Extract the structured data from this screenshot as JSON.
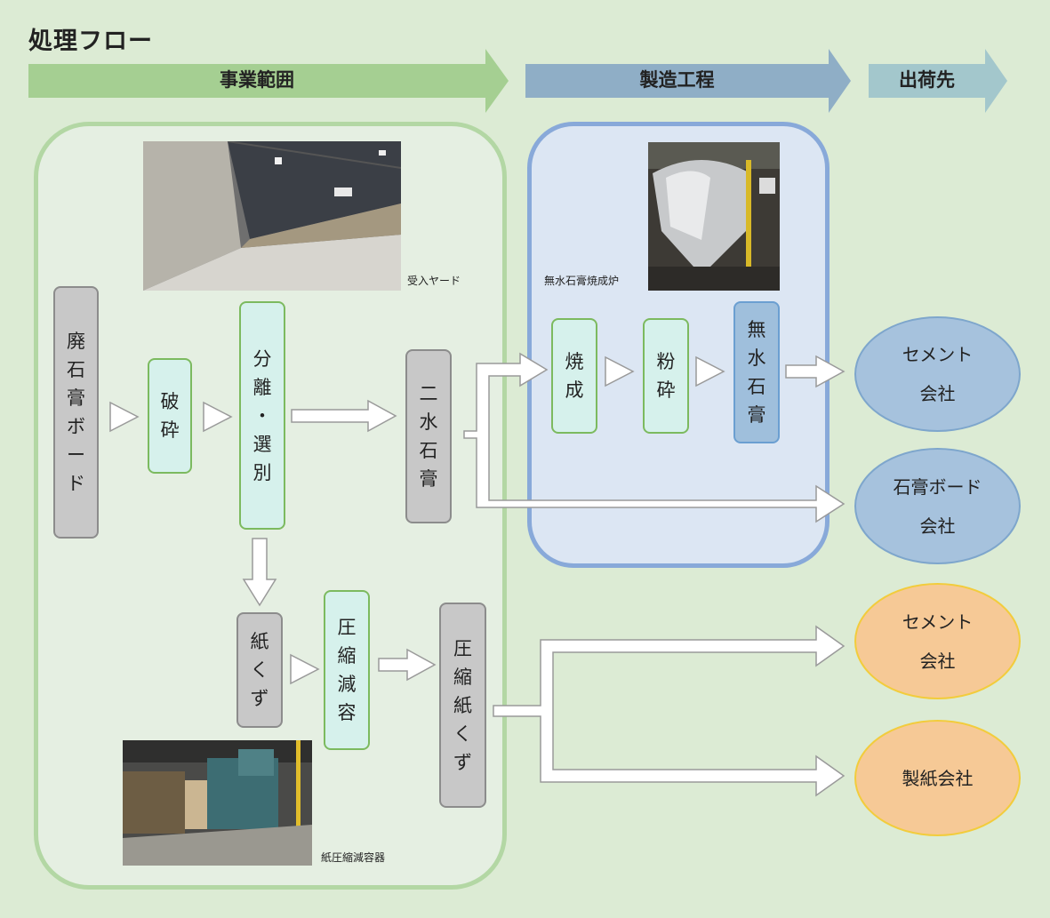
{
  "title": "処理フロー",
  "header": {
    "business_scope": "事業範囲",
    "manufacturing": "製造工程",
    "destination": "出荷先"
  },
  "photos": {
    "receiving_yard": "受入ヤード",
    "kiln": "無水石膏焼成炉",
    "paper_compressor": "紙圧縮減容器"
  },
  "boxes": {
    "waste_board": [
      "廃",
      "石",
      "膏",
      "ボ",
      "ー",
      "ド"
    ],
    "crush": [
      "破",
      "砕"
    ],
    "separate": [
      "分",
      "離",
      "・",
      "選",
      "別"
    ],
    "dihydrate": [
      "二",
      "水",
      "石",
      "膏"
    ],
    "paper_scrap": [
      "紙",
      "く",
      "ず"
    ],
    "compress": [
      "圧",
      "縮",
      "減",
      "容"
    ],
    "compressed_paper": [
      "圧",
      "縮",
      "紙",
      "く",
      "ず"
    ],
    "calcine": [
      "焼",
      "成"
    ],
    "pulverize": [
      "粉",
      "砕"
    ],
    "anhydrous": [
      "無",
      "水",
      "石",
      "膏"
    ]
  },
  "destinations": {
    "cement_1": [
      "セメント",
      "会社"
    ],
    "gypsum_board": [
      "石膏ボード",
      "会社"
    ],
    "cement_2": [
      "セメント",
      "会社"
    ],
    "paper_company": [
      "製紙会社"
    ]
  },
  "colors": {
    "background": "#dcebd4",
    "green_arrow": "#a5cf92",
    "blue_arrow": "#8faec6",
    "teal_arrow": "#a3c7cc"
  }
}
